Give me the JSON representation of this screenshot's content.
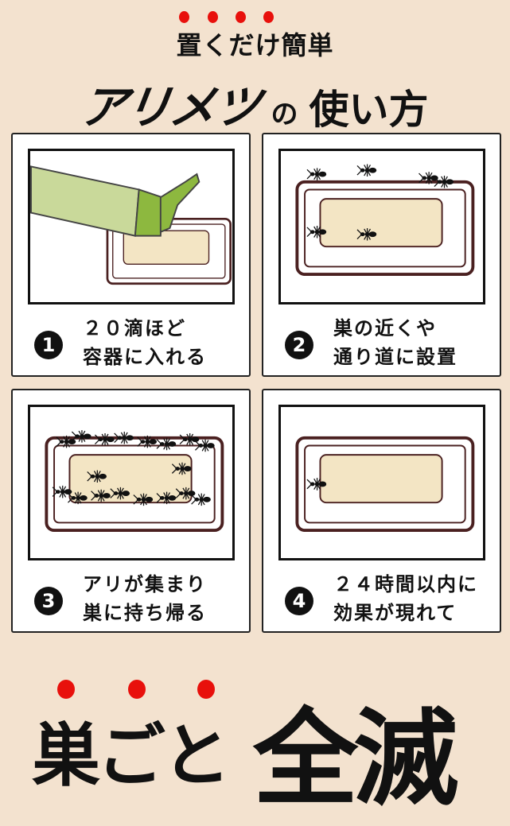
{
  "header": {
    "subtitle": "置くだけ簡単",
    "brand": "アリメツ",
    "particle": "の",
    "title_rest": "使い方"
  },
  "steps": [
    {
      "number": "1",
      "line1": "２０滴ほど",
      "line2": "容器に入れる"
    },
    {
      "number": "2",
      "line1": "巣の近くや",
      "line2": "通り道に設置"
    },
    {
      "number": "3",
      "line1": "アリが集まり",
      "line2": "巣に持ち帰る"
    },
    {
      "number": "4",
      "line1": "２４時間以内に",
      "line2": "効果が現れて"
    }
  ],
  "footer": {
    "part1": "巣ごと",
    "part2": "全滅"
  },
  "colors": {
    "background": "#f3e2cf",
    "accent_dot": "#e8100c",
    "bait": "#f3e5c4",
    "bottle": "#8db83f"
  }
}
